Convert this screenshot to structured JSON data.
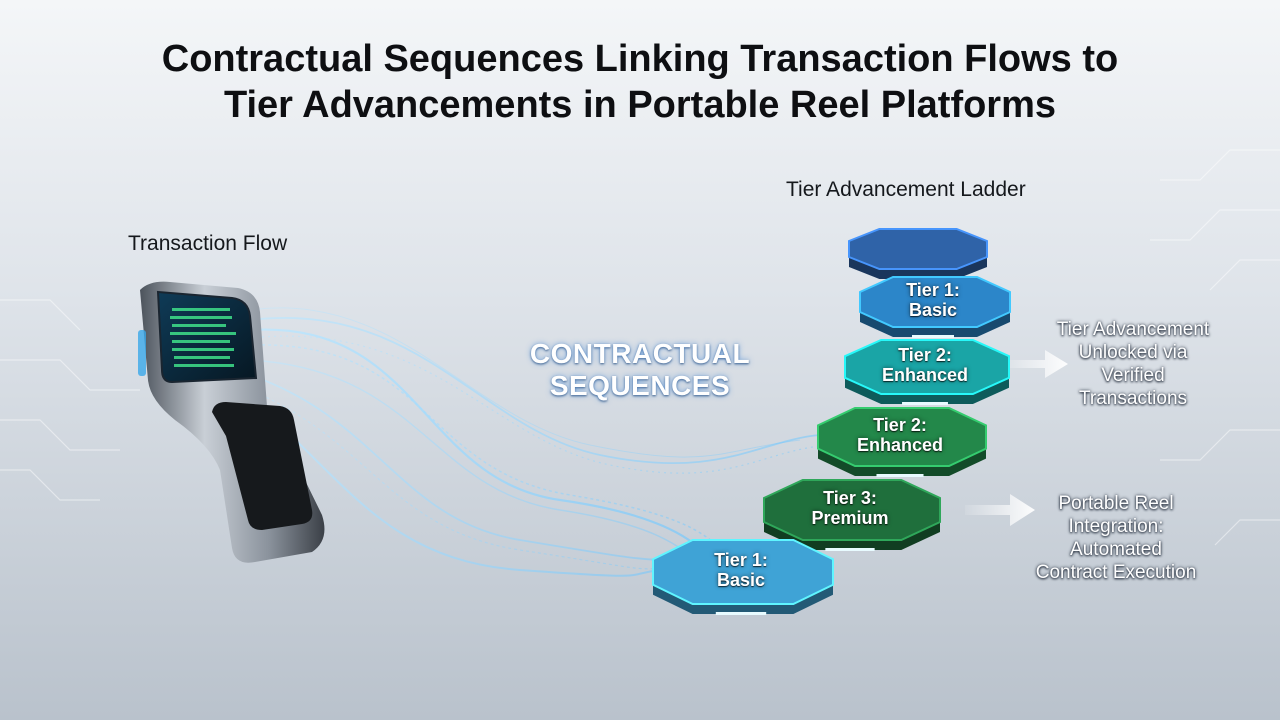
{
  "title_line1": "Contractual Sequences Linking Transaction Flows to",
  "title_line2": "Tier Advancements in Portable Reel Platforms",
  "transaction_flow_label": "Transaction Flow",
  "ladder_label": "Tier Advancement Ladder",
  "sequences_label_line1": "CONTRACTUAL",
  "sequences_label_line2": "SEQUENCES",
  "tiers": [
    {
      "line1": "",
      "line2": "",
      "color": "#2f63a8"
    },
    {
      "line1": "Tier 1:",
      "line2": "Basic",
      "color": "#2c86c9"
    },
    {
      "line1": "Tier 2:",
      "line2": "Enhanced",
      "color": "#1aa5a6"
    },
    {
      "line1": "Tier 2:",
      "line2": "Enhanced",
      "color": "#23884a"
    },
    {
      "line1": "Tier 3:",
      "line2": "Premium",
      "color": "#1f6f3c"
    },
    {
      "line1": "Tier 1:",
      "line2": "Basic",
      "color": "#3fa3d6"
    }
  ],
  "note_unlock": [
    "Tier Advancement",
    "Unlocked via",
    "Verified",
    "Transactions"
  ],
  "note_portable": [
    "Portable Reel",
    "Integration:",
    "Automated",
    "Contract Execution"
  ]
}
